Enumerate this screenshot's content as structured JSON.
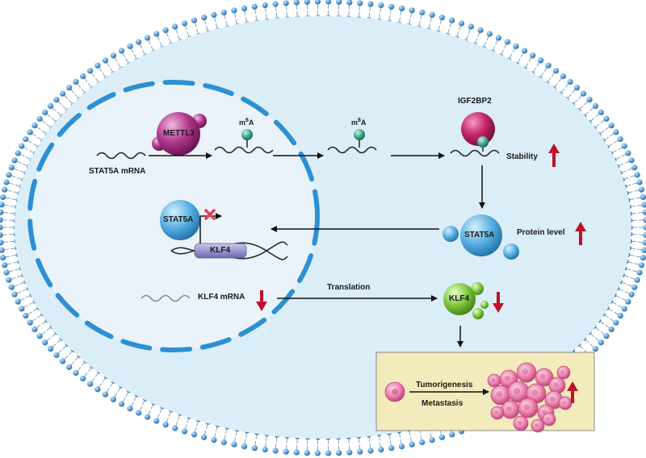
{
  "nucleus": {
    "stat5a_mrna_label": "STAT5A mRNA",
    "methyltransferase_label": "METTL3",
    "m6a_label_base": "m",
    "m6a_label_sup": "6",
    "m6a_label_tail": "A",
    "stat5a_protein_label": "STAT5A",
    "klf4_gene_label": "KLF4",
    "klf4_mrna_label": "KLF4 mRNA"
  },
  "cytoplasm": {
    "reader_label": "IGF2BP2",
    "stability_label": "Stability",
    "stat5a_protein_label": "STAT5A",
    "protein_level_label": "Protein level",
    "translation_label": "Translation",
    "klf4_protein_label": "KLF4"
  },
  "outcome": {
    "tumorigenesis_label": "Tumorigenesis",
    "metastasis_label": "Metastasis"
  },
  "colors": {
    "membrane_head": "#2a7fc9",
    "cytoplasm_fill": "#dbedf7",
    "nucleus_border": "#2d8fd4",
    "mettl3": "#b0388c",
    "igf2bp2": "#c4246a",
    "m6a": "#3fa78a",
    "stat5a": "#56aee0",
    "klf4_gene": "#8b86c4",
    "klf4_protein": "#7cc63d",
    "up_down_arrow": "#c0102a",
    "block_x": "#e0405a",
    "outcome_box": "#f3ebbb",
    "tumor_cells": "#e87aa8"
  }
}
